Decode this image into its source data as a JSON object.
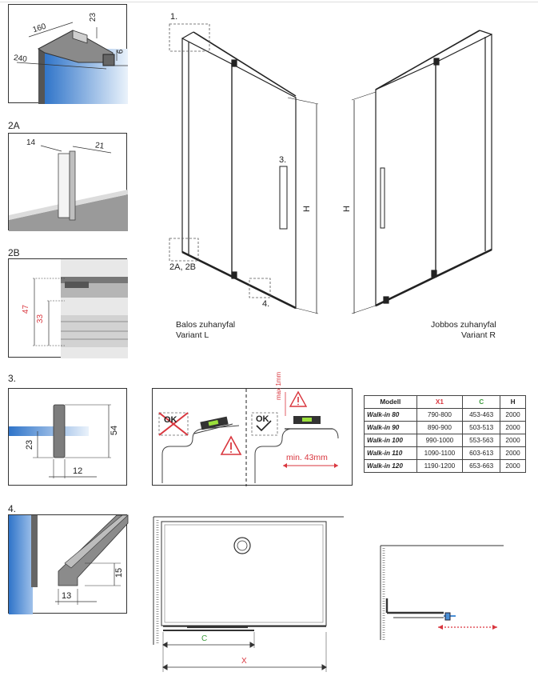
{
  "sections": {
    "s2a": "2A",
    "s2b": "2B",
    "s3": "3.",
    "s4": "4."
  },
  "detail1": {
    "d160": "160",
    "d23": "23",
    "d240": "240",
    "d6": "6"
  },
  "detail2a": {
    "d14": "14",
    "d21": "21"
  },
  "detail2b": {
    "d47": "47",
    "d33": "33"
  },
  "detail3": {
    "d54": "54",
    "d23": "23",
    "d12": "12"
  },
  "detail4": {
    "d15": "15",
    "d13": "13"
  },
  "main": {
    "c1": "1.",
    "c2": "2A, 2B",
    "c3": "3.",
    "c4": "4.",
    "h_left": "H",
    "h_right": "H",
    "left_title": "Balos zuhanyfal",
    "left_variant": "Variant L",
    "right_title": "Jobbos zuhanyfal",
    "right_variant": "Variant R"
  },
  "level": {
    "ok_bad": "OK",
    "ok_good": "OK",
    "max": "max 1mm",
    "min": "min. 43mm"
  },
  "table": {
    "headers": [
      "Modell",
      "X1",
      "C",
      "H"
    ],
    "rows": [
      [
        "Walk-in 80",
        "790-800",
        "453-463",
        "2000"
      ],
      [
        "Walk-in 90",
        "890-900",
        "503-513",
        "2000"
      ],
      [
        "Walk-in 100",
        "990-1000",
        "553-563",
        "2000"
      ],
      [
        "Walk-in 110",
        "1090-1100",
        "603-613",
        "2000"
      ],
      [
        "Walk-in 120",
        "1190-1200",
        "653-663",
        "2000"
      ]
    ]
  },
  "plan": {
    "c": "C",
    "x": "X"
  },
  "colors": {
    "red": "#d9363e",
    "green": "#3c9a3c",
    "glass": "#4a8fd6"
  }
}
